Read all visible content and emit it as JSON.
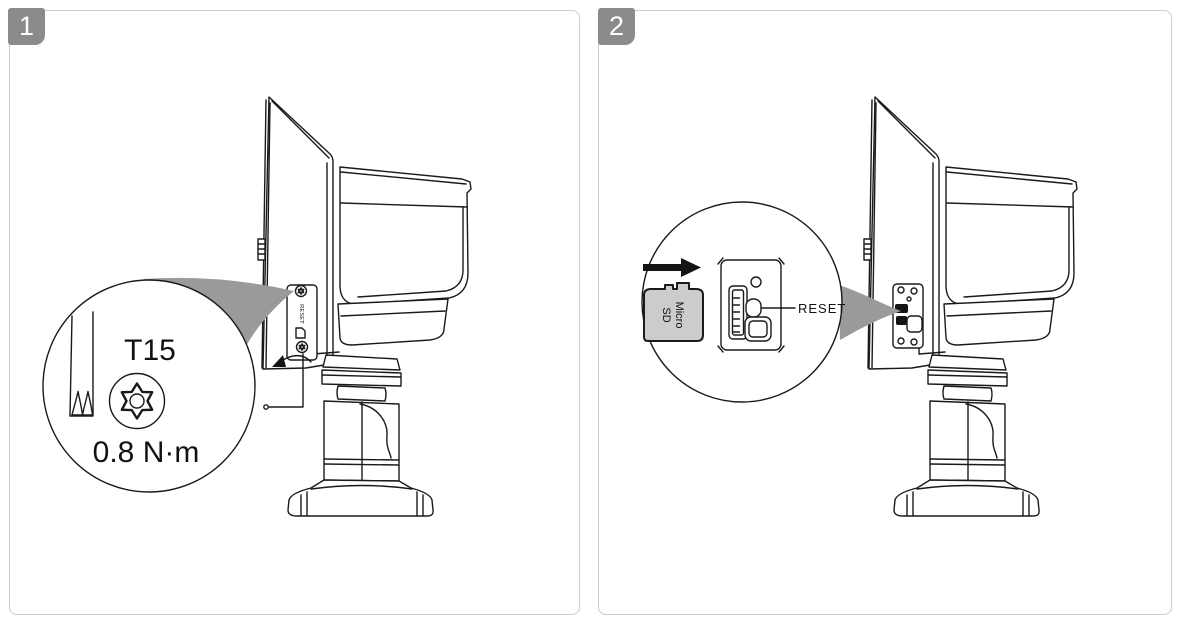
{
  "colors": {
    "line": "#1a1a1a",
    "wedge": "#9a9a9a",
    "badge_bg": "#8b8b8b",
    "panel_border": "#cbcbcb",
    "card_fill": "#cccccc",
    "dark_fill": "#141414"
  },
  "panel1": {
    "number": "1",
    "cover_reset_label": "RESET",
    "callout": {
      "bit_size": "T15",
      "torque": "0.8 N·m"
    }
  },
  "panel2": {
    "number": "2",
    "callout": {
      "card_line1": "Micro",
      "card_line2": "SD",
      "reset_label": "RESET"
    }
  }
}
